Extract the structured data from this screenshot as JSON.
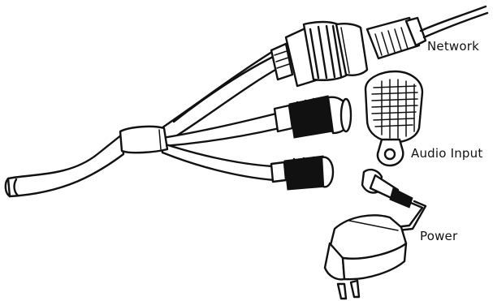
{
  "labels": {
    "network": "Network",
    "audio_input": "Audio Input",
    "power": "Power"
  }
}
